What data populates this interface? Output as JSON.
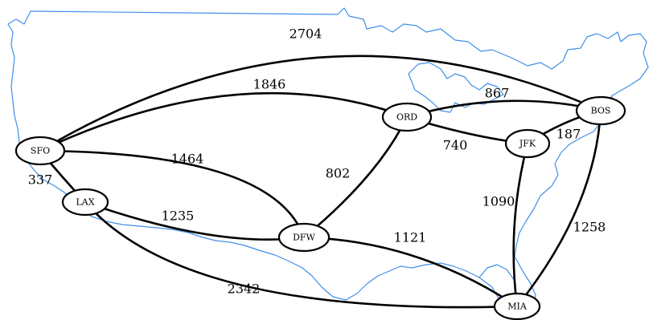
{
  "graph": {
    "type": "weighted-undirected-graph",
    "nodes": [
      {
        "id": "SFO",
        "label": "SFO"
      },
      {
        "id": "LAX",
        "label": "LAX"
      },
      {
        "id": "ORD",
        "label": "ORD"
      },
      {
        "id": "DFW",
        "label": "DFW"
      },
      {
        "id": "JFK",
        "label": "JFK"
      },
      {
        "id": "BOS",
        "label": "BOS"
      },
      {
        "id": "MIA",
        "label": "MIA"
      }
    ],
    "edges": [
      {
        "from": "SFO",
        "to": "BOS",
        "weight": "2704"
      },
      {
        "from": "SFO",
        "to": "ORD",
        "weight": "1846"
      },
      {
        "from": "ORD",
        "to": "BOS",
        "weight": "867"
      },
      {
        "from": "ORD",
        "to": "JFK",
        "weight": "740"
      },
      {
        "from": "JFK",
        "to": "BOS",
        "weight": "187"
      },
      {
        "from": "SFO",
        "to": "DFW",
        "weight": "1464"
      },
      {
        "from": "ORD",
        "to": "DFW",
        "weight": "802"
      },
      {
        "from": "SFO",
        "to": "LAX",
        "weight": "337"
      },
      {
        "from": "LAX",
        "to": "DFW",
        "weight": "1235"
      },
      {
        "from": "DFW",
        "to": "MIA",
        "weight": "1121"
      },
      {
        "from": "LAX",
        "to": "MIA",
        "weight": "2342"
      },
      {
        "from": "JFK",
        "to": "MIA",
        "weight": "1090"
      },
      {
        "from": "BOS",
        "to": "MIA",
        "weight": "1258"
      }
    ]
  },
  "colors": {
    "coastline": "#3f8fe8",
    "edge": "#000000",
    "node_fill": "#ffffff",
    "node_stroke": "#000000"
  }
}
